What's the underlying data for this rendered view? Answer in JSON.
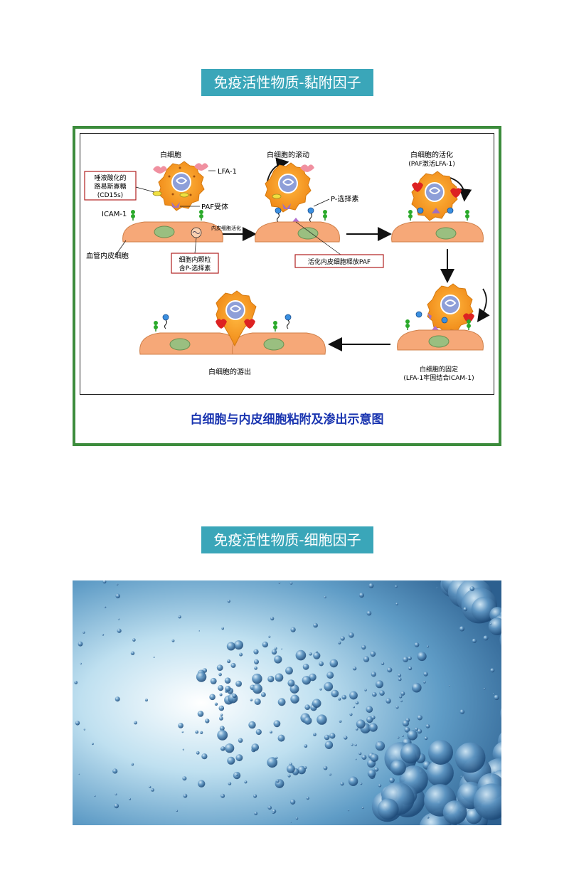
{
  "section1": {
    "banner": "免疫活性物质-黏附因子"
  },
  "diagram": {
    "leukocyte": "白细胞",
    "lfa1": "LFA-1",
    "sialyl_line1": "唾液酸化的",
    "sialyl_line2": "路易斯寡糖",
    "sialyl_line3": "(CD15s)",
    "paf_receptor": "PAF受体",
    "icam1": "ICAM-1",
    "endothelial": "血管内皮细胞",
    "granule_line1": "细胞内颗粒",
    "granule_line2": "含P-选择素",
    "activation": "内皮细胞活化",
    "rolling": "白细胞的滚动",
    "p_selectin": "P-选择素",
    "release_paf": "活化内皮细胞释放PAF",
    "activation_title": "白细胞的活化",
    "activation_sub": "(PAF激活LFA-1)",
    "fixation_title": "白细胞的固定",
    "fixation_sub": "(LFA-1牢固结合ICAM-1)",
    "migration": "白细胞的游出",
    "caption": "白细胞与内皮细胞粘附及渗出示意图"
  },
  "section2": {
    "banner": "免疫活性物质-细胞因子"
  }
}
